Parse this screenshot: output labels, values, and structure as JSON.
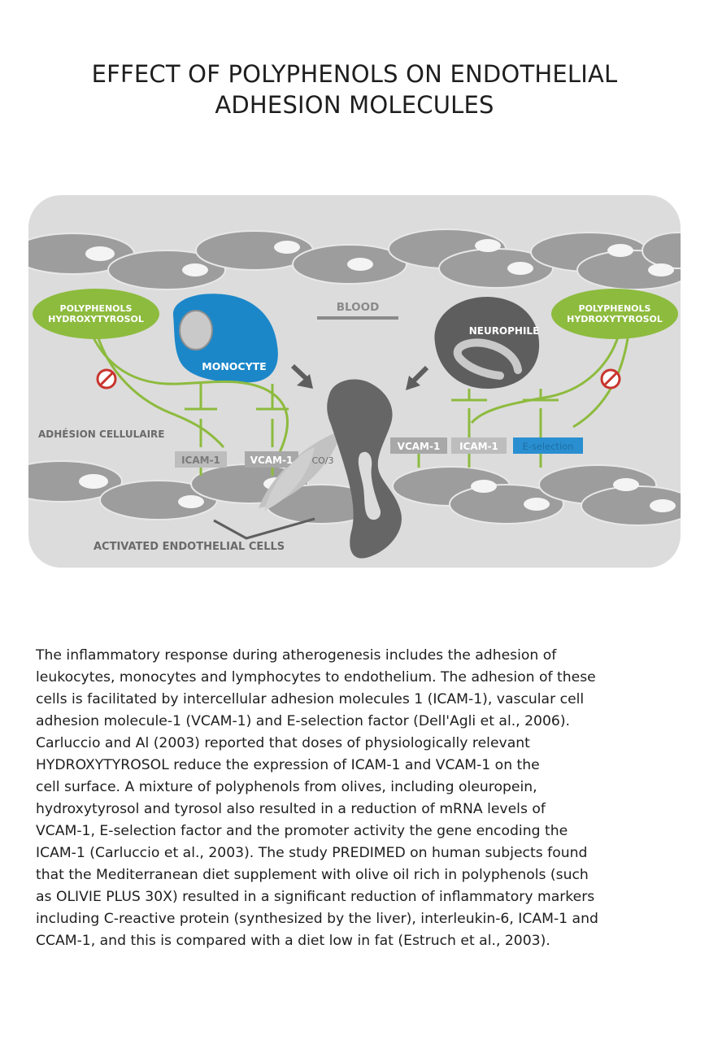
{
  "title": {
    "line1": "EFFECT OF POLYPHENOLS ON ENDOTHELIAL",
    "line2": "ADHESION MOLECULES"
  },
  "diagram": {
    "blood_label": "BLOOD",
    "polyphenols_left": {
      "line1": "POLYPHENOLS",
      "line2": "HYDROXYTYROSOL"
    },
    "polyphenols_right": {
      "line1": "POLYPHENOLS",
      "line2": "HYDROXYTYROSOL"
    },
    "monocyte_label": "MONOCYTE",
    "neurophile_label": "NEUROPHILE",
    "adhesion_label": "ADHÉSION CELLULAIRE",
    "activated_label": "ACTIVATED ENDOTHELIAL CELLS",
    "left_molecules": [
      "ICAM-1",
      "VCAM-1"
    ],
    "left_partial_text": "E CO/3",
    "right_molecules": [
      "VCAM-1",
      "ICAM-1",
      "E-selection"
    ],
    "colors": {
      "green": "#8dbb3e",
      "monocyte_blue": "#1b87c9",
      "selection_blue": "#2a8fd0",
      "dark_gray": "#5e5e5e",
      "cell_gray": "#9d9d9d",
      "background_gray": "#dcdcdc",
      "inhibit_red": "#c8352e"
    },
    "icons": [
      "inhibit-icon",
      "arrow-icon"
    ]
  },
  "body": {
    "lines": [
      "The inflammatory response during atherogenesis includes the adhesion of",
      "leukocytes, monocytes and lymphocytes to endothelium. The adhesion of these",
      "cells is facilitated by intercellular adhesion molecules 1 (ICAM-1), vascular cell",
      "adhesion molecule-1 (VCAM-1) and E-selection factor (Dell'Agli et al., 2006).",
      "Carluccio and Al (2003) reported that doses of physiologically relevant",
      "HYDROXYTYROSOL reduce the expression of ICAM-1 and VCAM-1 on the",
      "cell surface. A mixture of polyphenols from olives, including oleuropein,",
      "hydroxytyrosol and tyrosol also resulted in a reduction of mRNA levels of",
      "VCAM-1, E-selection factor and the promoter activity the gene encoding the",
      "ICAM-1 (Carluccio et al., 2003). The study PREDIMED on human subjects found",
      "that the Mediterranean diet supplement with olive oil rich in polyphenols (such",
      "as OLIVIE PLUS 30X) resulted in a significant reduction of inflammatory markers",
      "including C-reactive protein (synthesized by the liver), interleukin-6, ICAM-1 and",
      "CCAM-1, and this is compared with a diet low in fat (Estruch et al., 2003)."
    ]
  }
}
